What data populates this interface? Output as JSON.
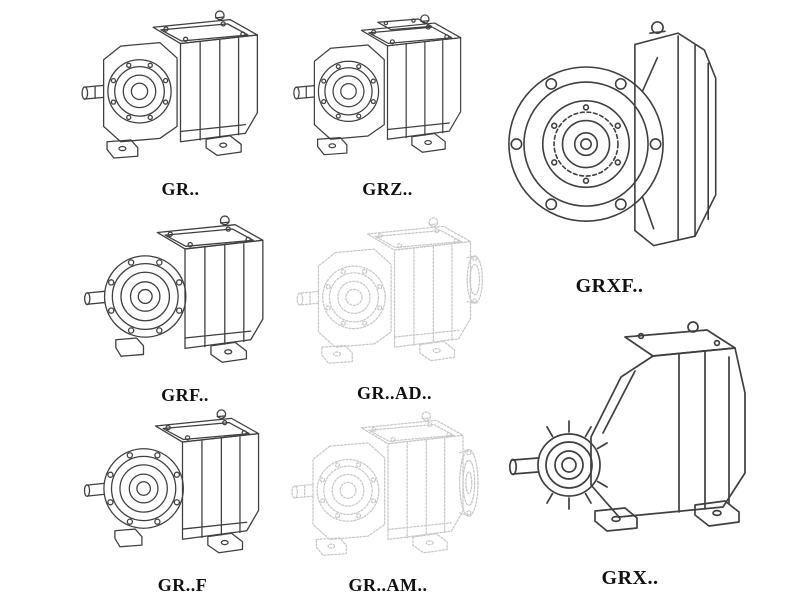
{
  "page": {
    "background": "#ffffff"
  },
  "colors": {
    "line": "#3f3f3f",
    "faint": "#c8c8c8",
    "label": "#111111"
  },
  "items": [
    {
      "id": "gr",
      "label": "GR..",
      "drawing": "foot-mounted-helical-gearbox-drawing",
      "render": "solid"
    },
    {
      "id": "grz",
      "label": "GRZ..",
      "drawing": "foot-mounted-gearbox-raised-cover-drawing",
      "render": "solid"
    },
    {
      "id": "grxf",
      "label": "GRXF..",
      "drawing": "flange-front-view-gearbox-drawing",
      "render": "solid"
    },
    {
      "id": "grf",
      "label": "GRF..",
      "drawing": "flange-mounted-helical-gearbox-drawing",
      "render": "solid"
    },
    {
      "id": "grad",
      "label": "GR..AD..",
      "drawing": "gearbox-with-input-adapter-drawing",
      "render": "faint"
    },
    {
      "id": "grx",
      "label": "GRX..",
      "drawing": "large-foot-mounted-gearbox-drawing",
      "render": "solid"
    },
    {
      "id": "grff",
      "label": "GR..F",
      "drawing": "foot-and-flange-helical-gearbox-drawing",
      "render": "solid"
    },
    {
      "id": "gram",
      "label": "GR..AM..",
      "drawing": "gearbox-with-motor-flange-drawing",
      "render": "faint"
    }
  ]
}
